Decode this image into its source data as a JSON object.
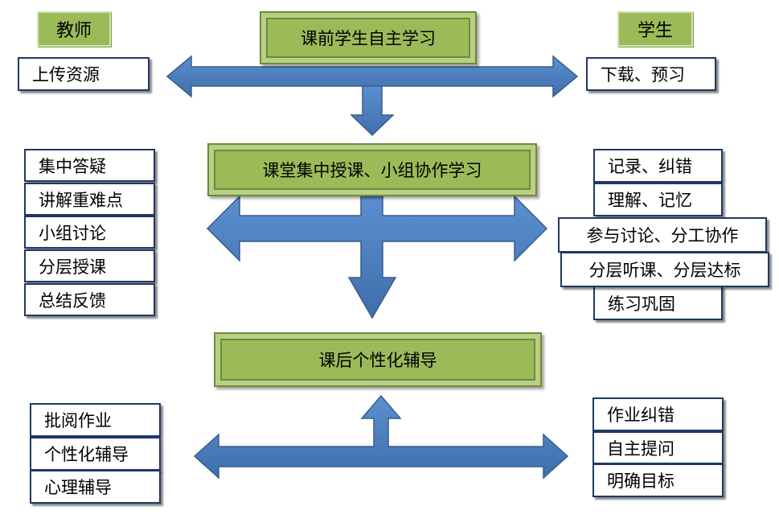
{
  "labels": {
    "teacher": "教师",
    "student": "学生"
  },
  "stages": {
    "pre": "课前学生自主学习",
    "in": "课堂集中授课、小组协作学习",
    "post": "课后个性化辅导"
  },
  "pre": {
    "teacher": "上传资源",
    "student": "下载、预习"
  },
  "in": {
    "teacher": [
      "集中答疑",
      "讲解重难点",
      "小组讨论",
      "分层授课",
      "总结反馈"
    ],
    "student": [
      "记录、纠错",
      "理解、记忆",
      "参与讨论、分工协作",
      "分层听课、分层达标",
      "练习巩固"
    ]
  },
  "post": {
    "teacher": [
      "批阅作业",
      "个性化辅导",
      "心理辅导"
    ],
    "student": [
      "作业纠错",
      "自主提问",
      "明确目标"
    ]
  },
  "colors": {
    "arrow": "#4f81bd",
    "arrow_edge": "#385d8a",
    "stage": "#9bbb59",
    "box_border": "#1f3864"
  }
}
